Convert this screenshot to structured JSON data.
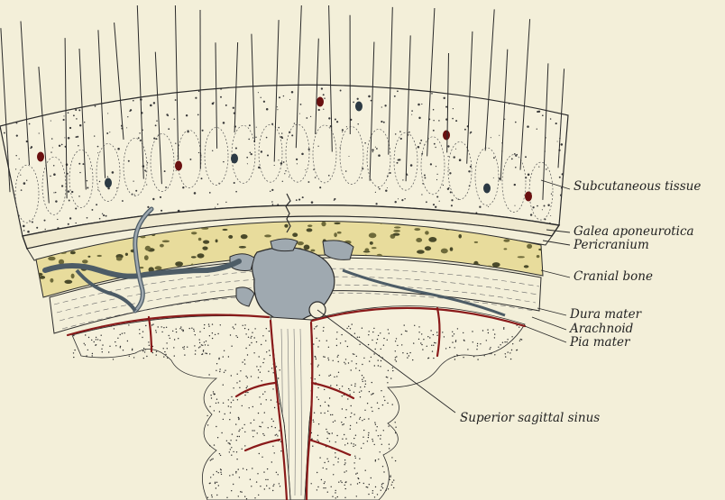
{
  "figure": {
    "labels": {
      "subcutaneous": "Subcutaneous tissue",
      "galea": "Galea aponeurotica",
      "pericranium": "Pericranium",
      "cranial_bone": "Cranial bone",
      "dura": "Dura mater",
      "arachnoid": "Arachnoid",
      "pia": "Pia mater",
      "sinus": "Superior sagittal sinus"
    },
    "colors": {
      "background": "#f3efd9",
      "bone": "#e8dc9c",
      "sinus_blood": "#9fa9b0",
      "vessel_red": "#8a1a1a",
      "ink": "#2a2a2a"
    }
  }
}
